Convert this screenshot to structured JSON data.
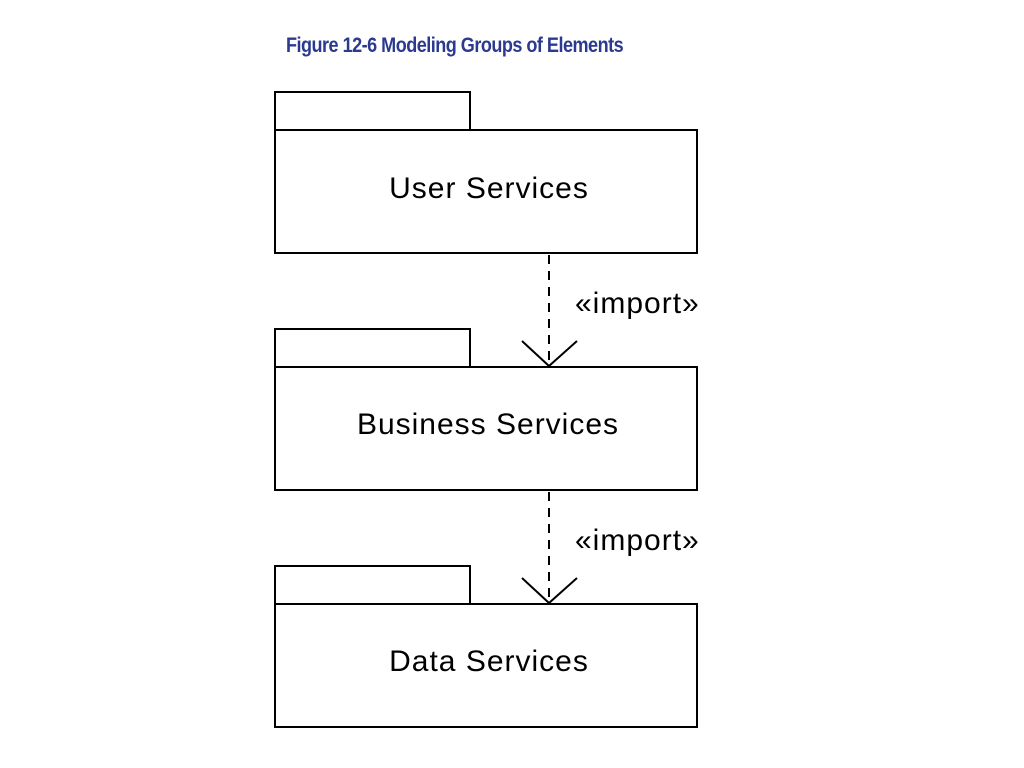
{
  "title": "Figure 12-6 Modeling Groups of Elements",
  "packages": [
    {
      "id": "user",
      "label": "User Services"
    },
    {
      "id": "business",
      "label": "Business Services"
    },
    {
      "id": "data",
      "label": "Data Services"
    }
  ],
  "dependencies": [
    {
      "from": "user",
      "to": "business",
      "label": "«import»"
    },
    {
      "from": "business",
      "to": "data",
      "label": "«import»"
    }
  ]
}
